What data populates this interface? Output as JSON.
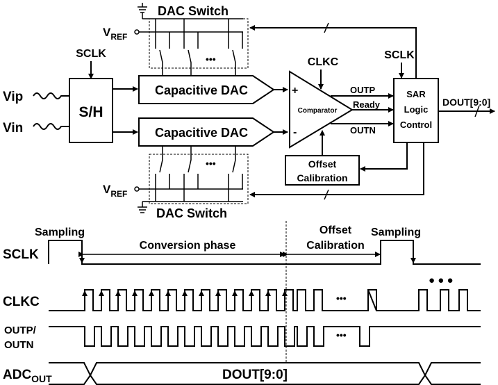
{
  "inputs": {
    "vip": "Vip",
    "vin": "Vin",
    "sh": "S/H",
    "sclk_top": "SCLK"
  },
  "dac": {
    "top_label": "Capacitive DAC",
    "bottom_label": "Capacitive DAC"
  },
  "switch": {
    "top_title": "DAC Switch",
    "bottom_title": "DAC Switch",
    "vref_main": "V",
    "vref_sub": "REF",
    "ellipsis": "•••"
  },
  "comparator": {
    "label": "Comparator",
    "plus": "+",
    "minus": "-",
    "clk": "CLKC"
  },
  "signals": {
    "outp": "OUTP",
    "ready": "Ready",
    "outn": "OUTN"
  },
  "sar": {
    "sclk": "SCLK",
    "line1": "SAR",
    "line2": "Logic",
    "line3": "Control",
    "dout": "DOUT[9:0]"
  },
  "offset": {
    "line1": "Offset",
    "line2": "Calibration"
  },
  "timing": {
    "sampling_left": "Sampling",
    "conversion": "Conversion phase",
    "offset_line1": "Offset",
    "offset_line2": "Calibration",
    "sampling_right": "Sampling",
    "sclk": "SCLK",
    "clkc": "CLKC",
    "outp_line1": "OUTP/",
    "outp_line2": "OUTN",
    "adc_main": "ADC",
    "adc_sub": "OUT",
    "dout": "DOUT[9:0]",
    "ellipsis": "•••",
    "big_dots": "● ● ●"
  }
}
